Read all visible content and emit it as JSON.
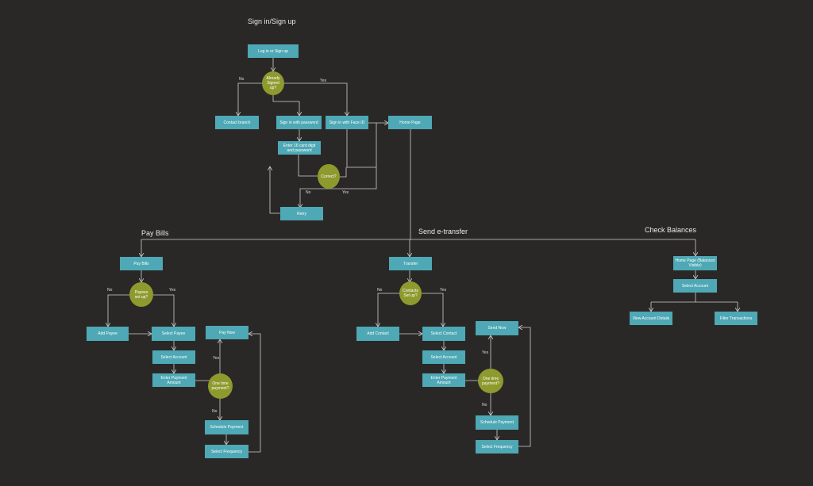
{
  "sections": {
    "signin": "Sign in/Sign up",
    "pay_bills": "Pay Bills",
    "send_etransfer": "Send e-transfer",
    "check_balances": "Check Balances"
  },
  "nodes": {
    "login": "Log in or Sign up",
    "already_signed": "Already Signed up?",
    "contact_branch": "Contact branch",
    "sign_in_password": "Sign in with password",
    "sign_in_faceid": "Sign in with Face ID",
    "home_page": "Home Page",
    "enter_digit": "Enter 16 card digit and password",
    "correct": "Correct?",
    "retry": "Retry",
    "pay_bills": "Pay Bills",
    "payees_setup": "Payees set up?",
    "add_payee": "Add Payee",
    "select_payee": "Select Payee",
    "select_account_pb": "Select Account",
    "enter_amount_pb": "Enter Payment Amount",
    "one_time_pb": "One time payment?",
    "pay_now": "Pay Now",
    "schedule_pb": "Schedule Payment",
    "frequency_pb": "Select Frequency",
    "transfer": "Transfer",
    "contacts_setup": "Contacts Set up?",
    "add_contact": "Add Contact",
    "select_contact": "Select Contact",
    "select_account_et": "Select Account",
    "enter_amount_et": "Enter Payment Amount",
    "one_time_et": "One time payment?",
    "send_now": "Send Now",
    "schedule_et": "Schedule Payment",
    "frequency_et": "Select Frequency",
    "home_balances": "Home Page (Balances Visible)",
    "select_account_cb": "Select Account",
    "view_details": "View Account Details",
    "filter_tx": "Filter Transactions"
  },
  "labels": {
    "no": "No",
    "yes": "Yes"
  },
  "colors": {
    "background": "#2a2826",
    "process_box": "#4ea8b5",
    "decision": "#8e9a2e",
    "connector": "#cfcfcf"
  }
}
